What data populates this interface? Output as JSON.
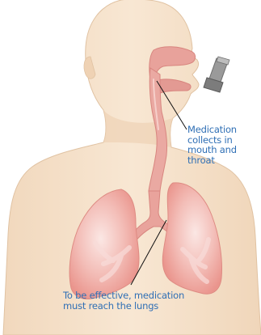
{
  "annotations": {
    "mouth_throat": [
      "Medication",
      "collects in",
      "mouth and",
      "throat"
    ],
    "lungs": [
      "To be effective, medication",
      "must reach the lungs"
    ]
  },
  "colors": {
    "skin": "#f6e2cb",
    "skin_outline": "#e3c4a4",
    "airway": "#e9a7a1",
    "airway_dark": "#d8857f",
    "lungs": "#ec9c95",
    "lung_highlight": "#f7d6d2",
    "inhaler": "#8c8c8c",
    "label_text": "#2f6fb5",
    "pointer_line": "#111111"
  },
  "icons": [
    "inhaler-icon"
  ]
}
